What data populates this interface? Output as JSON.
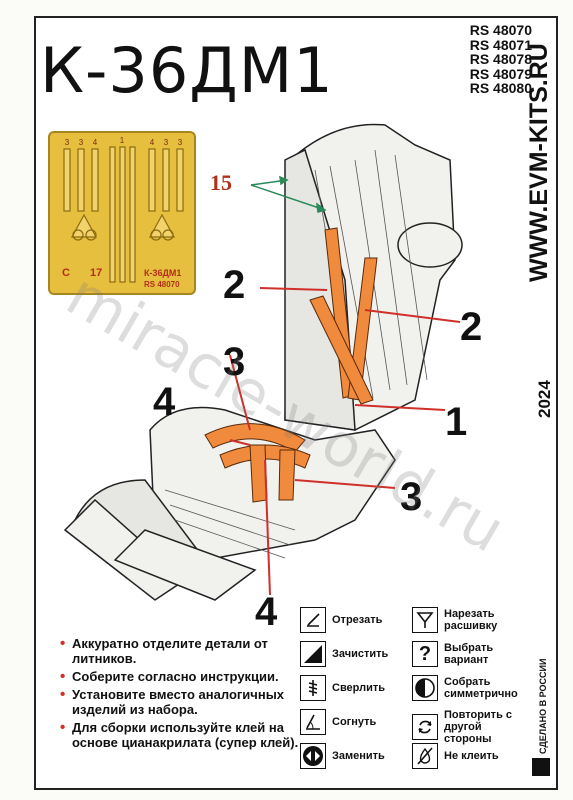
{
  "title": "К-36ДМ1",
  "codes": [
    "RS 48070",
    "RS 48071",
    "RS 48078",
    "RS 48079",
    "RS 48080"
  ],
  "website": "WWW.EVM-KITS.RU",
  "year": "2024",
  "photo_etch": {
    "numbers": [
      "3",
      "3",
      "4",
      "1",
      "4",
      "3",
      "3"
    ],
    "fret_letter": "C",
    "fret_number": "17",
    "fret_name": "К-36ДМ1",
    "fret_code": "RS 48070",
    "color": "#e7bf3f"
  },
  "callouts": {
    "part_15": "15",
    "part_2_left": "2",
    "part_2_right": "2",
    "part_3_upper": "3",
    "part_4_left": "4",
    "part_1": "1",
    "part_3_right": "3",
    "part_4_bottom": "4"
  },
  "watermark": "miracle-world.ru",
  "instructions": [
    "Аккуратно отделите детали от литников.",
    "Соберите согласно инструкции.",
    "Установите вместо аналогичных изделий из набора.",
    "Для сборки используйте клей на основе цианакрилата (супер клей)."
  ],
  "legend": {
    "cut": "Отрезать",
    "clean": "Зачистить",
    "drill": "Сверлить",
    "bend": "Согнуть",
    "replace": "Заменить",
    "cut_thread": "Нарезать расшивку",
    "choose": "Выбрать вариант",
    "symmetric": "Собрать симметрично",
    "repeat": "Повторить с другой стороны",
    "no_glue": "Не клеить"
  },
  "made_in": "СДЕЛАНО В РОССИИ",
  "colors": {
    "strap": "#f08a3c",
    "accent_red": "#d0302a",
    "callout_green": "#2a8a5a"
  }
}
